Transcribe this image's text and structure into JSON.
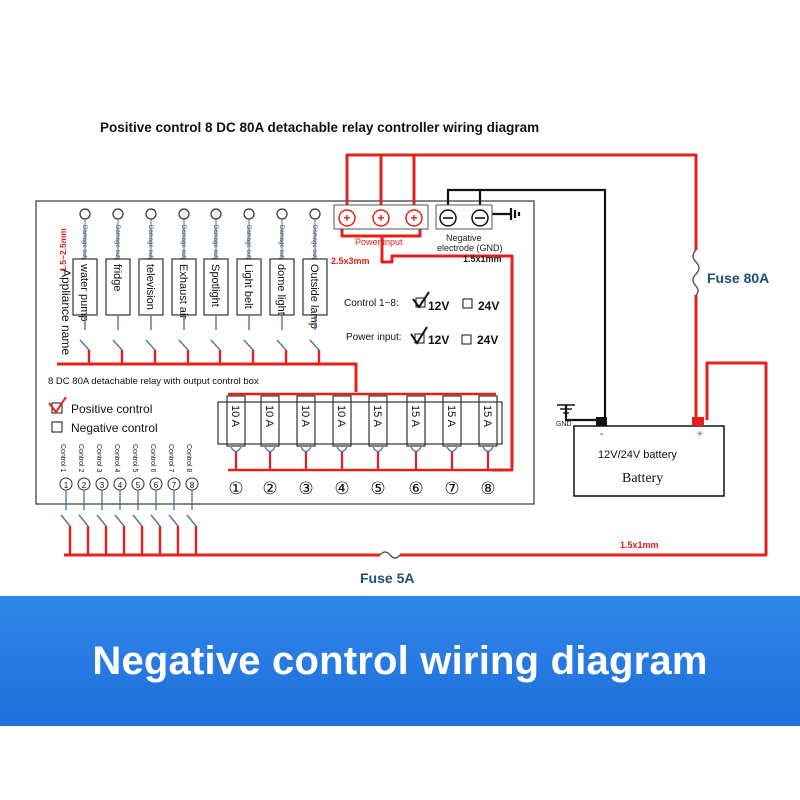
{
  "title": "Positive control 8 DC 80A detachable relay controller wiring diagram",
  "banner": "Negative control wiring diagram",
  "wire_gauge_left": "1.5~2.5mm",
  "wire_gauge_power": "2.5x3mm",
  "wire_gauge_gnd": "1.5x1mm",
  "wire_gauge_bottom": "1.5x1mm",
  "power_input_label": "Power input",
  "negative_label_line1": "Negative",
  "negative_label_line2": "electrode (GND)",
  "appliance_name_label": "Appliance name",
  "damage_outputs": [
    "Damage output 1",
    "Damage output 2",
    "Damage output 3",
    "Damage output 4",
    "Damage output 5",
    "Damage output 6",
    "Damage output 7",
    "Damage output 8"
  ],
  "appliances": [
    "water pump",
    "fridge",
    "television",
    "Exhaust air",
    "Spotlight",
    "Light belt",
    "dome light",
    "Outside lamp"
  ],
  "control_voltage": {
    "label": "Control 1~8:",
    "opt1": "12V",
    "opt2": "24V",
    "checked": "12V"
  },
  "power_voltage": {
    "label": "Power input:",
    "opt1": "12V",
    "opt2": "24V",
    "checked": "12V"
  },
  "box_label": "8 DC 80A detachable relay with output control box",
  "positive_control": "Positive control",
  "negative_control": "Negative control",
  "fuses": [
    "10 A",
    "10 A",
    "10 A",
    "10 A",
    "15 A",
    "15 A",
    "15 A",
    "15 A"
  ],
  "channel_numbers": [
    "①",
    "②",
    "③",
    "④",
    "⑤",
    "⑥",
    "⑦",
    "⑧"
  ],
  "controls": [
    "Control 1",
    "Control 2",
    "Control 3",
    "Control 4",
    "Control 5",
    "Control 6",
    "Control 7",
    "Control 8"
  ],
  "battery_line1": "12V/24V battery",
  "battery_line2": "Battery",
  "fuse_80a": "Fuse 80A",
  "fuse_5a": "Fuse 5A",
  "gnd_label": "GND",
  "plus_sign": "+",
  "minus_sign": "-",
  "colors": {
    "wire": "#e3201b",
    "banner": "#2a7fe6",
    "dark": "#222222"
  }
}
